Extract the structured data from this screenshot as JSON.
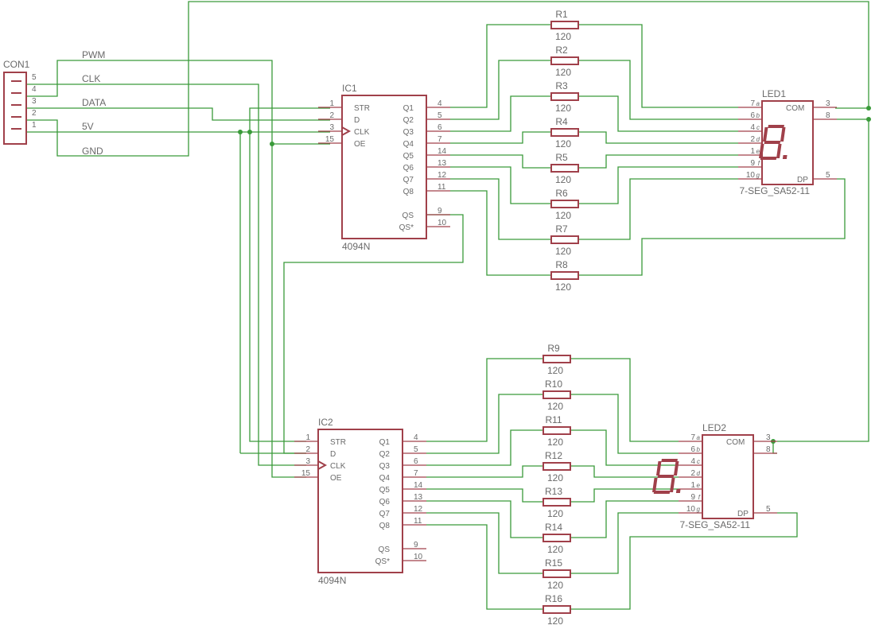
{
  "connector": {
    "name": "CON1",
    "pins": [
      "5",
      "4",
      "3",
      "2",
      "1"
    ]
  },
  "signals": [
    "PWM",
    "CLK",
    "DATA",
    "5V",
    "GND"
  ],
  "ics": [
    {
      "name": "IC1",
      "part": "4094N",
      "left_pins": [
        {
          "num": "1",
          "name": "STR"
        },
        {
          "num": "2",
          "name": "D"
        },
        {
          "num": "3",
          "name": "CLK"
        },
        {
          "num": "15",
          "name": "OE"
        }
      ],
      "right_pins": [
        {
          "num": "4",
          "name": "Q1"
        },
        {
          "num": "5",
          "name": "Q2"
        },
        {
          "num": "6",
          "name": "Q3"
        },
        {
          "num": "7",
          "name": "Q4"
        },
        {
          "num": "14",
          "name": "Q5"
        },
        {
          "num": "13",
          "name": "Q6"
        },
        {
          "num": "12",
          "name": "Q7"
        },
        {
          "num": "11",
          "name": "Q8"
        }
      ],
      "qs_pins": [
        {
          "num": "9",
          "name": "QS"
        },
        {
          "num": "10",
          "name": "QS*"
        }
      ]
    },
    {
      "name": "IC2",
      "part": "4094N",
      "left_pins": [
        {
          "num": "1",
          "name": "STR"
        },
        {
          "num": "2",
          "name": "D"
        },
        {
          "num": "3",
          "name": "CLK"
        },
        {
          "num": "15",
          "name": "OE"
        }
      ],
      "right_pins": [
        {
          "num": "4",
          "name": "Q1"
        },
        {
          "num": "5",
          "name": "Q2"
        },
        {
          "num": "6",
          "name": "Q3"
        },
        {
          "num": "7",
          "name": "Q4"
        },
        {
          "num": "14",
          "name": "Q5"
        },
        {
          "num": "13",
          "name": "Q6"
        },
        {
          "num": "12",
          "name": "Q7"
        },
        {
          "num": "11",
          "name": "Q8"
        }
      ],
      "qs_pins": [
        {
          "num": "9",
          "name": "QS"
        },
        {
          "num": "10",
          "name": "QS*"
        }
      ]
    }
  ],
  "resistors": [
    {
      "name": "R1",
      "value": "120"
    },
    {
      "name": "R2",
      "value": "120"
    },
    {
      "name": "R3",
      "value": "120"
    },
    {
      "name": "R4",
      "value": "120"
    },
    {
      "name": "R5",
      "value": "120"
    },
    {
      "name": "R6",
      "value": "120"
    },
    {
      "name": "R7",
      "value": "120"
    },
    {
      "name": "R8",
      "value": "120"
    },
    {
      "name": "R9",
      "value": "120"
    },
    {
      "name": "R10",
      "value": "120"
    },
    {
      "name": "R11",
      "value": "120"
    },
    {
      "name": "R12",
      "value": "120"
    },
    {
      "name": "R13",
      "value": "120"
    },
    {
      "name": "R14",
      "value": "120"
    },
    {
      "name": "R15",
      "value": "120"
    },
    {
      "name": "R16",
      "value": "120"
    }
  ],
  "leds": [
    {
      "name": "LED1",
      "part": "7-SEG_SA52-11",
      "com": "COM",
      "dp": "DP",
      "left_pins": [
        {
          "num": "7",
          "seg": "a"
        },
        {
          "num": "6",
          "seg": "b"
        },
        {
          "num": "4",
          "seg": "c"
        },
        {
          "num": "2",
          "seg": "d"
        },
        {
          "num": "1",
          "seg": "e"
        },
        {
          "num": "9",
          "seg": "f"
        },
        {
          "num": "10",
          "seg": "g"
        }
      ],
      "right_pins": [
        "3",
        "8"
      ],
      "dp_pin": "5"
    },
    {
      "name": "LED2",
      "part": "7-SEG_SA52-11",
      "com": "COM",
      "dp": "DP",
      "left_pins": [
        {
          "num": "7",
          "seg": "a"
        },
        {
          "num": "6",
          "seg": "b"
        },
        {
          "num": "4",
          "seg": "c"
        },
        {
          "num": "2",
          "seg": "d"
        },
        {
          "num": "1",
          "seg": "e"
        },
        {
          "num": "9",
          "seg": "f"
        },
        {
          "num": "10",
          "seg": "g"
        }
      ],
      "right_pins": [
        "3",
        "8"
      ],
      "dp_pin": "5"
    }
  ]
}
